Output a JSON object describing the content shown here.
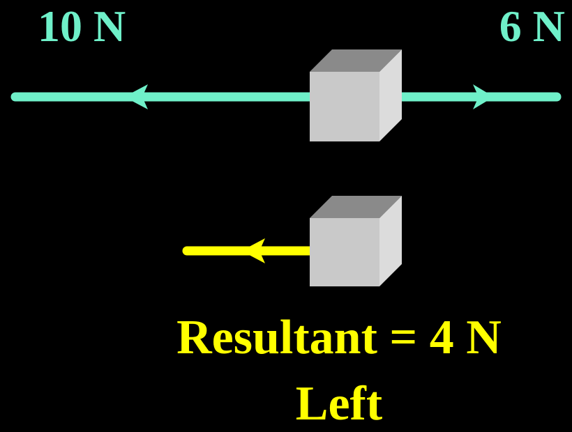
{
  "forces": {
    "left": {
      "label": "10 N",
      "direction": "left"
    },
    "right": {
      "label": "6 N",
      "direction": "right"
    }
  },
  "resultant": {
    "line": "Resultant = 4 N",
    "direction": "Left"
  },
  "colors": {
    "background": "#000000",
    "force_arrow": "#6ff0c9",
    "resultant_arrow": "#ffff00",
    "cube_front": "#c9c9c9",
    "cube_top": "#8a8a8a",
    "cube_side": "#dcdcdc"
  }
}
